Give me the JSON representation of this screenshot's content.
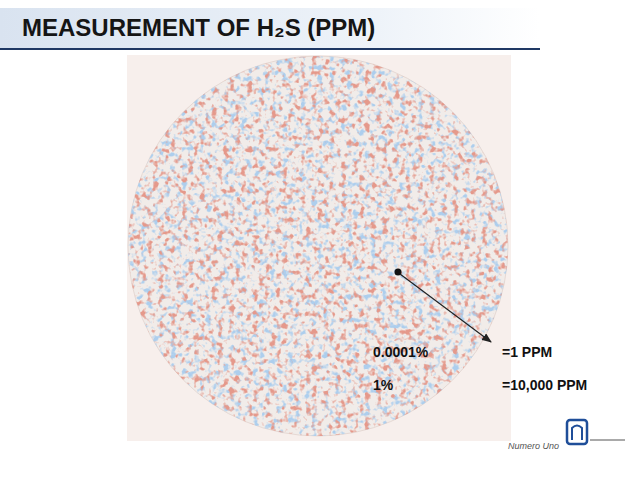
{
  "diagram": {
    "title": "MEASUREMENT OF H₂S (PPM)",
    "labels": [
      "0.0001%",
      "=1 PPM",
      "1%",
      "=10,000 PPM",
      "Numero Uno"
    ]
  }
}
